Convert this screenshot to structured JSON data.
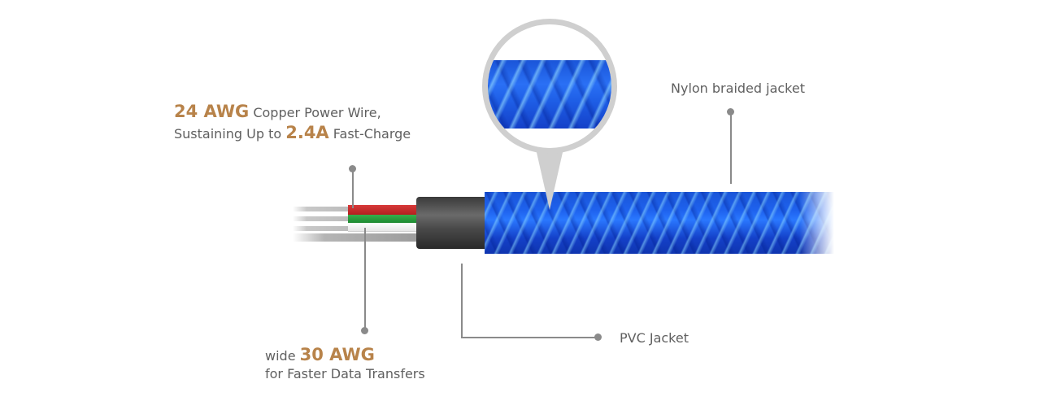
{
  "callouts": {
    "power_wire": {
      "line1_highlight": "24 AWG",
      "line1_text": "Copper Power Wire,",
      "line2_text": "Sustaining Up to",
      "line2_highlight": "2.4A",
      "line2_suffix": "Fast-Charge"
    },
    "data_wire": {
      "line1_text": "wide",
      "line1_highlight": "30 AWG",
      "line2_text": "for Faster Data Transfers"
    },
    "braided_jacket": {
      "text": "Nylon braided jacket"
    },
    "pvc_jacket": {
      "text": "PVC Jacket"
    }
  },
  "colors": {
    "highlight": "#b8834a",
    "label": "#606060",
    "leader_line": "#8a8a8a",
    "braid_blue": "#1e62ee",
    "wire_red": "#c62a2a",
    "wire_green": "#2a9e3e"
  }
}
